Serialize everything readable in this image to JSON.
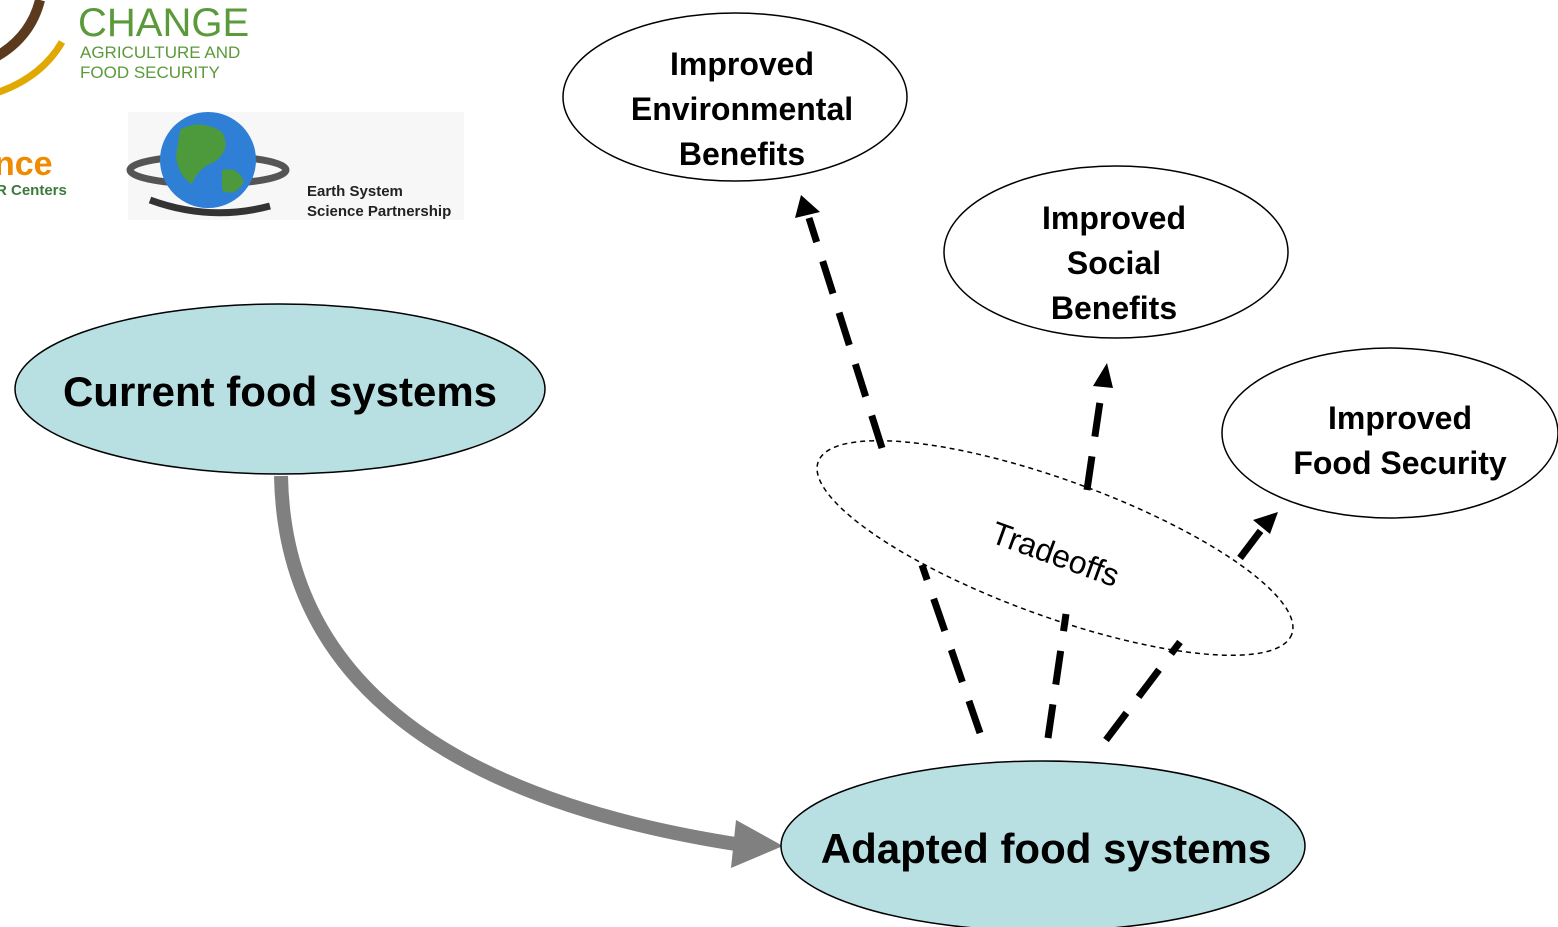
{
  "logos": {
    "ccafs": {
      "line1": "CHANGE",
      "line2": "AGRICULTURE AND",
      "line3": "FOOD SECURITY",
      "colors": {
        "green": "#5a9a3a",
        "gold": "#e0a800",
        "brown": "#5b3a1e"
      }
    },
    "cgiar": {
      "line1": "nce",
      "line2": "R Centers",
      "colors": {
        "orange": "#f08a00",
        "green": "#3c7a3c"
      }
    },
    "essp": {
      "line1": "Earth System",
      "line2": "Science Partnership"
    }
  },
  "nodes": {
    "current": "Current food systems",
    "adapted": "Adapted food systems",
    "environmental": [
      "Improved",
      "Environmental",
      "Benefits"
    ],
    "social": [
      "Improved",
      "Social",
      "Benefits"
    ],
    "food_security": [
      "Improved",
      "Food Security"
    ],
    "tradeoffs": "Tradeoffs"
  },
  "colors": {
    "food_system_fill": "#b8dfe2",
    "main_arrow": "#808080",
    "dashed_arrow": "#000000",
    "outline": "#000000"
  }
}
